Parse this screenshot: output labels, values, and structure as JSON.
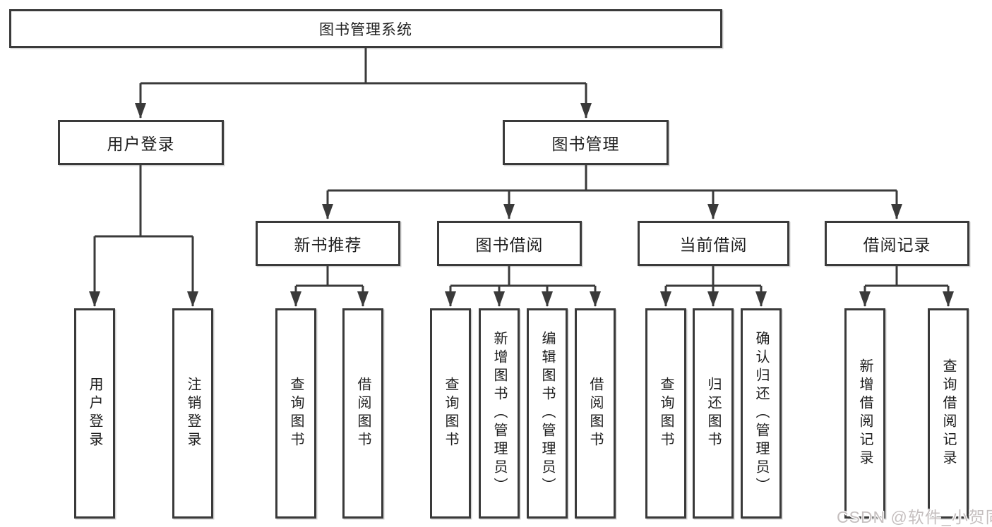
{
  "diagram": {
    "root_label": "图书管理系统",
    "level2": [
      {
        "label": "用户登录"
      },
      {
        "label": "图书管理"
      }
    ],
    "level3": [
      {
        "label": "新书推荐"
      },
      {
        "label": "图书借阅"
      },
      {
        "label": "当前借阅"
      },
      {
        "label": "借阅记录"
      }
    ],
    "leaves": {
      "user_login": [
        "用户登录",
        "注销登录"
      ],
      "new_book": [
        "查询图书",
        "借阅图书"
      ],
      "book_borrow": [
        "查询图书",
        "新增图书（管理员）",
        "编辑图书（管理员）",
        "借阅图书"
      ],
      "current_borrow": [
        "查询图书",
        "归还图书",
        "确认归还（管理员）"
      ],
      "borrow_record": [
        "新增借阅记录",
        "查询借阅记录"
      ]
    }
  },
  "watermark": {
    "text": "CSDN @软件_小贺同学"
  },
  "colors": {
    "line": "#3a3a3a",
    "text": "#202020",
    "box_bg": "#ffffff",
    "watermark": "#c5bfbf"
  }
}
